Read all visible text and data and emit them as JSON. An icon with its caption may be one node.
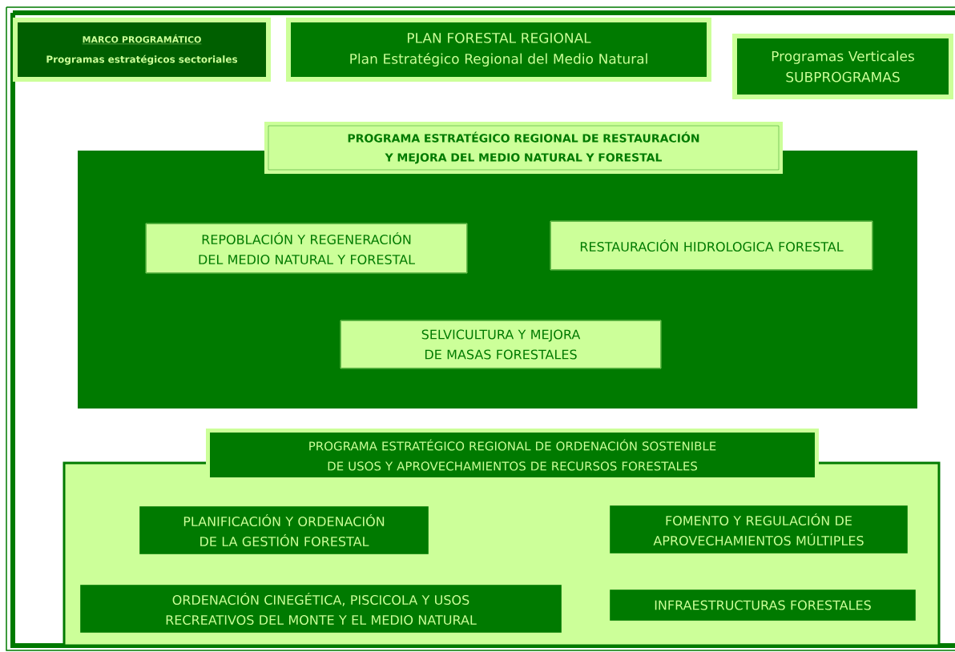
{
  "diagram": {
    "nodes": [
      {
        "text": [
          "MARCO PROGRAMÁTICO",
          "Programas estratégicos sectoriales"
        ]
      },
      {
        "text": [
          "PLAN FORESTAL REGIONAL",
          "Plan Estratégico Regional del Medio Natural"
        ]
      },
      {
        "text": [
          "Programas Verticales",
          "SUBPROGRAMAS"
        ]
      },
      {
        "text": [
          "PROGRAMA ESTRATÉGICO REGIONAL DE RESTAURACIÓN Y MEJORA DEL MEDIO NATURAL Y FORESTAL"
        ]
      },
      {
        "text": [
          "REPOBLACIÓN Y REGENERACIÓN DEL MEDIO NATURAL Y FORESTAL"
        ],
        "in": 3
      },
      {
        "text": [
          "RESTAURACIÓN HIDROLOGICA FORESTAL"
        ],
        "in": 3
      },
      {
        "text": [
          "SELVICULTURA Y MEJORA DE MASAS FORESTALES"
        ],
        "in": 3
      },
      {
        "text": [
          "PROGRAMA ESTRATÉGICO REGIONAL DE ORDENACIÓN SOSTENIBLE DE USOS Y APROVECHAMIENTOS DE RECURSOS FORESTALES"
        ]
      },
      {
        "text": [
          "PLANIFICACIÓN Y ORDENACIÓN DE LA GESTIÓN FORESTAL"
        ],
        "in": 7
      },
      {
        "text": [
          "FOMENTO Y REGULACIÓN DE APROVECHAMIENTOS MÚLTIPLES"
        ],
        "in": 7
      },
      {
        "text": [
          "ORDENACIÓN CINEGÉTICA, PISCICOLA Y USOS RECREATIVOS DEL MONTE Y EL MEDIO NATURAL"
        ],
        "in": 7
      },
      {
        "text": [
          "INFRAESTRUCTURAS FORESTALES"
        ],
        "in": 7
      }
    ]
  }
}
